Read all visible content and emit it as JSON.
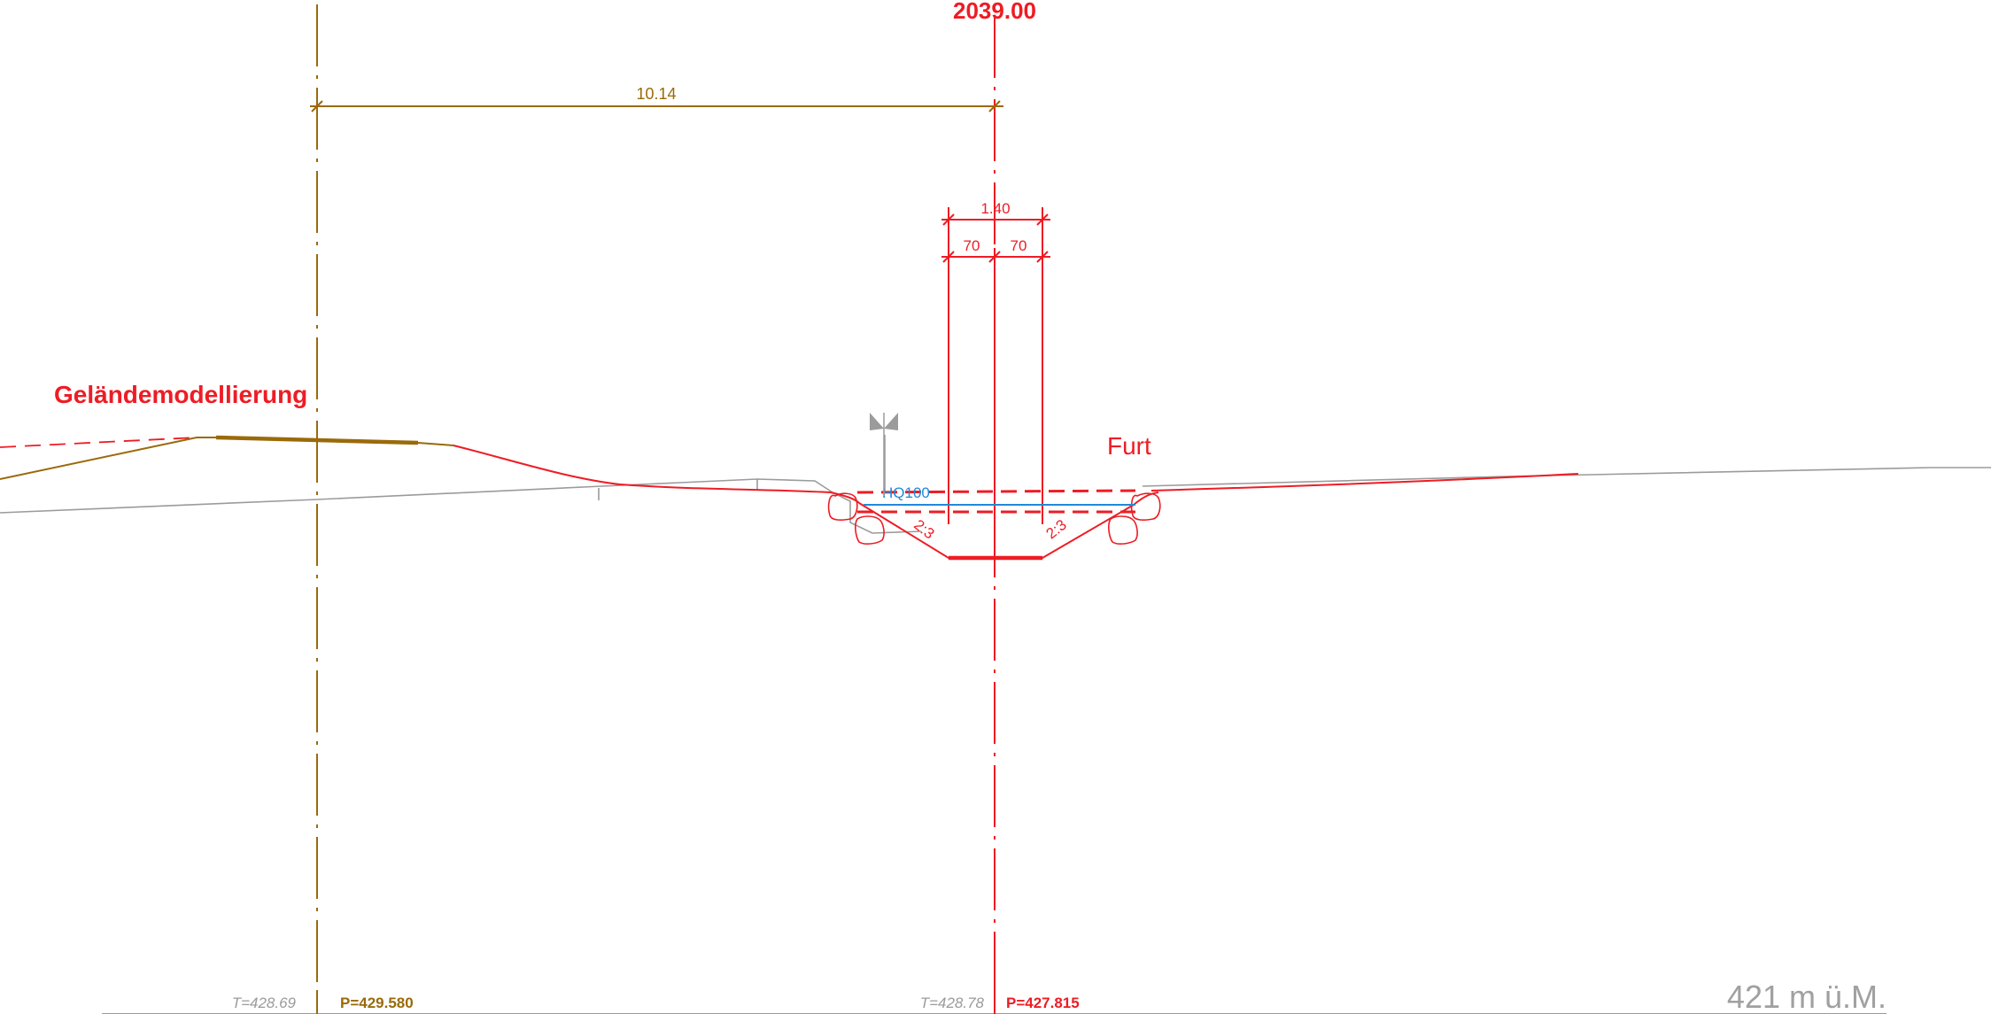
{
  "colors": {
    "red": "#ee1c24",
    "brown": "#9a6a0a",
    "gray": "#9b9b9b",
    "blue": "#1f8ad8",
    "elevation_gray": "#a0a0a0"
  },
  "drawing": {
    "station": "2039.00",
    "label_gelaende": "Geländemodellierung",
    "label_furt": "Furt",
    "dim_axis_offset": "10.14",
    "dim_total_width": "1.40",
    "dim_left_half": "70",
    "dim_right_half": "70",
    "water_level": "HQ100",
    "slope_left": "2:3",
    "slope_right": "2:3",
    "datum_elevation": "421 m ü.M.",
    "left_terrain": "T=428.69",
    "left_project": "P=429.580",
    "center_terrain": "T=428.78",
    "center_project": "P=427.815"
  }
}
